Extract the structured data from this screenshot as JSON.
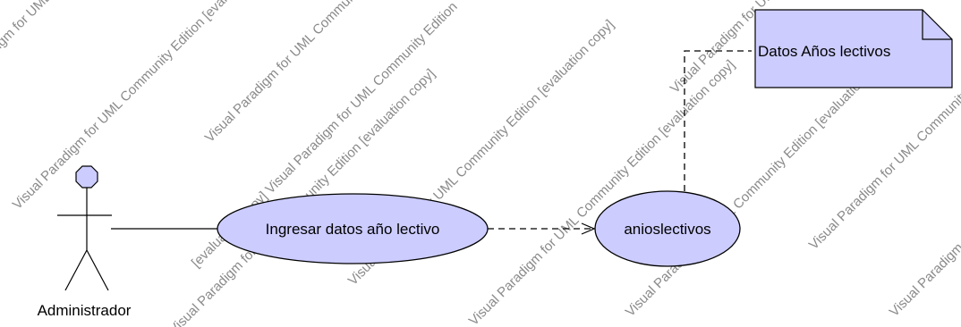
{
  "diagram": {
    "actor": {
      "name": "Administrador"
    },
    "use_cases": [
      {
        "id": "uc1",
        "label": "Ingresar datos año lectivo"
      },
      {
        "id": "uc2",
        "label": "anioslectivos"
      }
    ],
    "note": {
      "text": "Datos Años lectivos"
    },
    "colors": {
      "fill": "#ccccff",
      "stroke": "#000000",
      "watermark": "#8a8a8a"
    }
  },
  "watermark": {
    "text_a": "Visual Paradigm for UML Community Edition [evaluation copy]",
    "text_b": "[evaluation copy] Visual Paradigm for UML Community Edition"
  }
}
